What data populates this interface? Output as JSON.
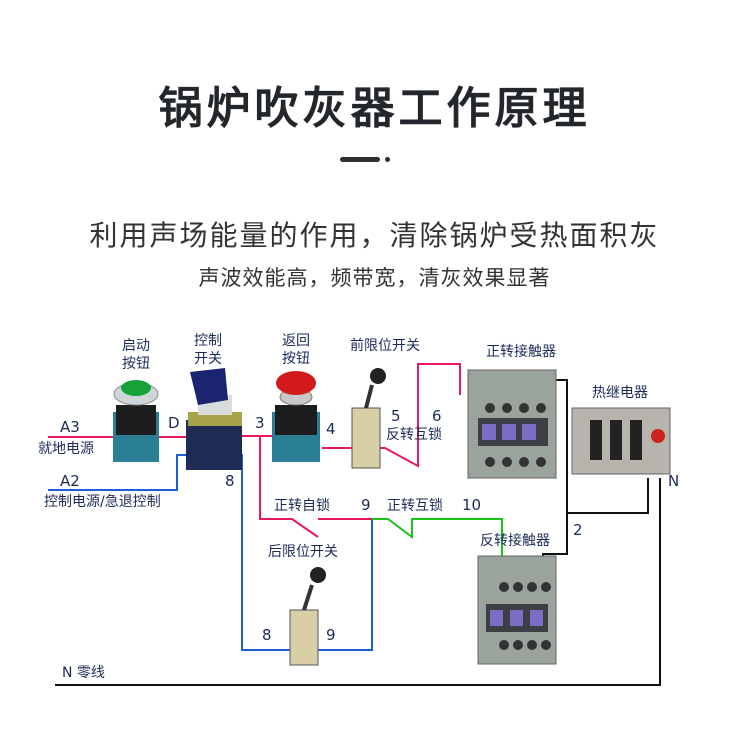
{
  "title": "锅炉吹灰器工作原理",
  "subtitle": "利用声场能量的作用，清除锅炉受热面积灰",
  "tagline": "声波效能高，频带宽，清灰效果显著",
  "diagram": {
    "components": {
      "start_button": [
        "启动",
        "按钮"
      ],
      "control_switch": [
        "控制",
        "开关"
      ],
      "return_button": [
        "返回",
        "按钮"
      ],
      "front_limit": "前限位开关",
      "forward_contactor": "正转接触器",
      "thermal_relay": "热继电器",
      "reverse_contactor": "反转接触器",
      "rear_limit": "后限位开关"
    },
    "labels": {
      "a3": "A3",
      "a3_desc": "就地电源",
      "a2": "A2",
      "a2_desc": "控制电源/急退控制",
      "d": "D",
      "n3": "3",
      "n4": "4",
      "n5": "5",
      "n6": "6",
      "n8": "8",
      "n8b": "8",
      "n9": "9",
      "n9b": "9",
      "n10": "10",
      "n2": "2",
      "n": "N",
      "reverse_interlock": "反转互锁",
      "forward_selflock": "正转自锁",
      "forward_interlock": "正转互锁",
      "neutral": "N 零线"
    },
    "colors": {
      "pink": "#e8195a",
      "blue": "#1e5fd6",
      "green": "#1cc21c",
      "black": "#111111"
    }
  }
}
